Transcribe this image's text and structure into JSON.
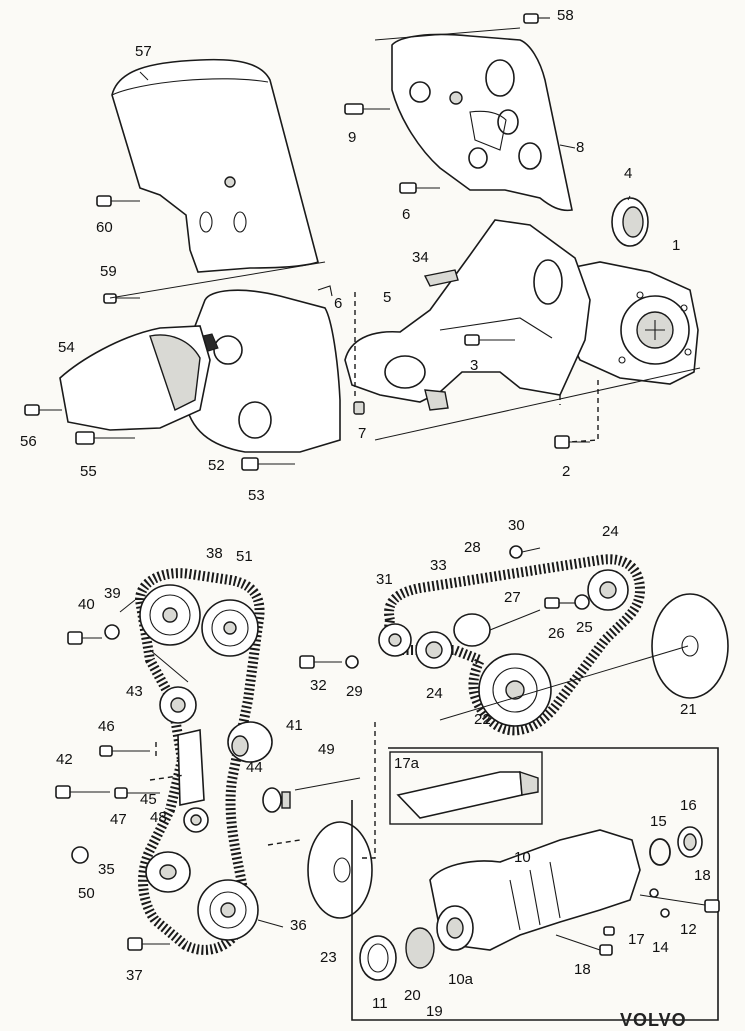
{
  "labels": {
    "p1": "1",
    "p2": "2",
    "p3": "3",
    "p4": "4",
    "p5": "5",
    "p6a": "6",
    "p6b": "6",
    "p7": "7",
    "p8": "8",
    "p9": "9",
    "p10": "10",
    "p10a": "10a",
    "p11": "11",
    "p12": "12",
    "p14": "14",
    "p15": "15",
    "p16": "16",
    "p17": "17",
    "p17a": "17a",
    "p18a": "18",
    "p18b": "18",
    "p19": "19",
    "p20": "20",
    "p21": "21",
    "p22": "22",
    "p23": "23",
    "p24a": "24",
    "p24b": "24",
    "p25": "25",
    "p26": "26",
    "p27": "27",
    "p28": "28",
    "p29": "29",
    "p30": "30",
    "p31": "31",
    "p32": "32",
    "p33": "33",
    "p34": "34",
    "p35": "35",
    "p36": "36",
    "p37": "37",
    "p38": "38",
    "p39": "39",
    "p40": "40",
    "p41": "41",
    "p42": "42",
    "p43": "43",
    "p44": "44",
    "p45": "45",
    "p46": "46",
    "p47": "47",
    "p48": "48",
    "p49": "49",
    "p50": "50",
    "p51": "51",
    "p52": "52",
    "p53": "53",
    "p54": "54",
    "p55": "55",
    "p56": "56",
    "p57": "57",
    "p58": "58",
    "p59": "59",
    "p60": "60"
  },
  "brand": "VOLVO"
}
